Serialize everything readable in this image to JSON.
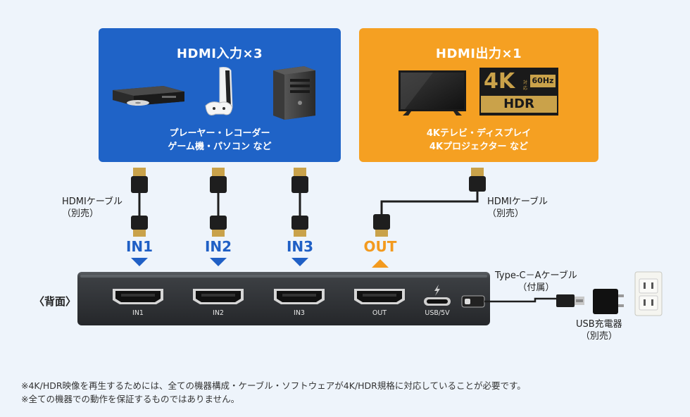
{
  "input_panel": {
    "title": "HDMI入力×3",
    "desc_line1": "プレーヤー・レコーダー",
    "desc_line2": "ゲーム機・パソコン など",
    "color": "#1f63c7"
  },
  "output_panel": {
    "title": "HDMI出力×1",
    "desc_line1": "4Kテレビ・ディスプレイ",
    "desc_line2": "4Kプロジェクター など",
    "color": "#f5a022",
    "badge_4k": "4K",
    "badge_taiou": "対応",
    "badge_60hz": "60Hz",
    "badge_hdr": "HDR"
  },
  "cable_left": {
    "line1": "HDMIケーブル",
    "line2": "（別売）"
  },
  "cable_right": {
    "line1": "HDMIケーブル",
    "line2": "（別売）"
  },
  "port_labels": {
    "in1": "IN1",
    "in2": "IN2",
    "in3": "IN3",
    "out": "OUT"
  },
  "device": {
    "back_label": "〈背面〉",
    "port_in1": "IN1",
    "port_in2": "IN2",
    "port_in3": "IN3",
    "port_out": "OUT",
    "port_usb": "USB/5V"
  },
  "usb_cable": {
    "line1": "Type-C－Aケーブル",
    "line2": "（付属）"
  },
  "charger": {
    "line1": "USB充電器",
    "line2": "（別売）"
  },
  "notes": {
    "line1": "※4K/HDR映像を再生するためには、全ての機器構成・ケーブル・ソフトウェアが4K/HDR規格に対応していることが必要です。",
    "line2": "※全ての機器での動作を保証するものではありません。"
  },
  "icons": {
    "input_devices": [
      "bluray-player-icon",
      "game-console-icon",
      "pc-tower-icon"
    ],
    "output_devices": [
      "tv-icon",
      "4k-hdr-badge-icon"
    ],
    "power": [
      "usb-plug-icon",
      "charger-icon",
      "wall-outlet-icon",
      "lightning-icon"
    ]
  },
  "colors": {
    "in_accent": "#1f5fc5",
    "out_accent": "#f39a1e",
    "background": "#eef4fb"
  }
}
